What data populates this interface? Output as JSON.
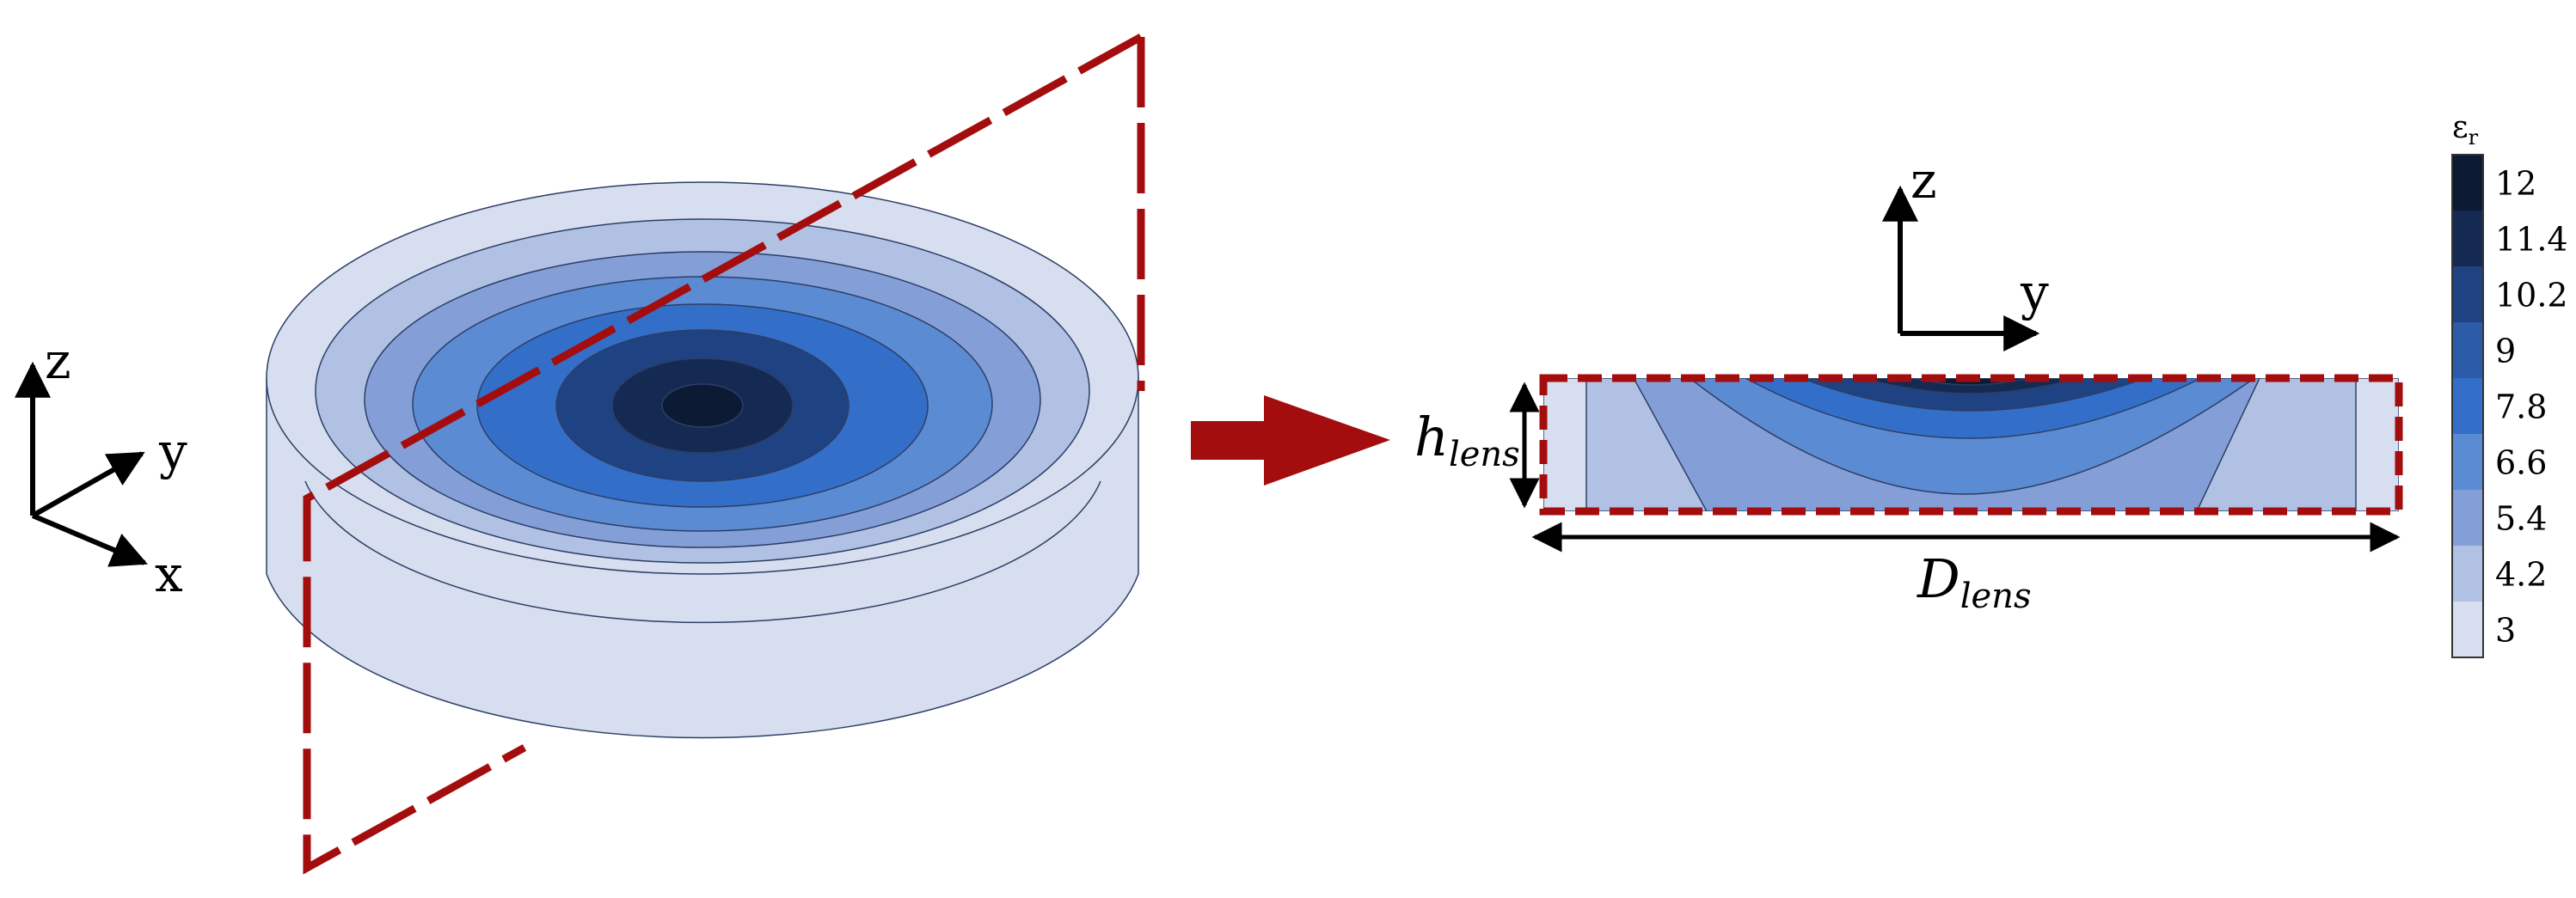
{
  "left_axes": {
    "z": "z",
    "y": "y",
    "x": "x"
  },
  "right_axes": {
    "z": "z",
    "y": "y"
  },
  "dimensions": {
    "h_main": "h",
    "h_sub": "lens",
    "D_main": "D",
    "D_sub": "lens"
  },
  "colorbar": {
    "title_main": "ε",
    "title_sub": "r",
    "ticks": [
      "12",
      "11.4",
      "10.2",
      "9",
      "7.8",
      "6.6",
      "5.4",
      "4.2",
      "3"
    ],
    "colors": [
      "#0c1a33",
      "#152a52",
      "#1f4282",
      "#2c5ba8",
      "#336fc9",
      "#5b8bd3",
      "#849fd8",
      "#b0c1e4",
      "#d6deef"
    ]
  },
  "colors": {
    "accent_red": "#a30d0d",
    "outline": "#2d3e66"
  }
}
